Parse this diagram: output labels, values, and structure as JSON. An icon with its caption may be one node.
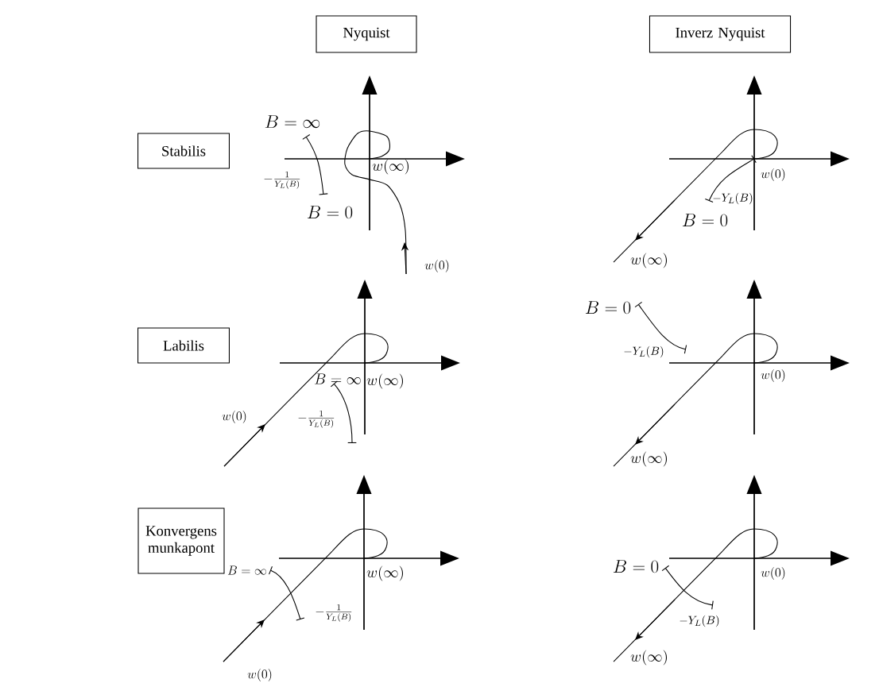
{
  "diagram": {
    "nodes": [
      {
        "text": [
          "Nyquist"
        ]
      },
      {
        "text": [
          "Inverz Nyquist"
        ]
      },
      {
        "text": [
          "Stabilis"
        ]
      },
      {
        "text": [
          "Labilis"
        ]
      },
      {
        "text": [
          "Konvergens munkapont"
        ]
      }
    ],
    "labels": [
      "B=\\infty",
      "-\\frac{1}{Y_L(B)}",
      "B=0",
      "w(\\infty)",
      "w(0)",
      "w(0)",
      "-Y_L(B)",
      "B=0",
      "w(\\infty)",
      "B=\\infty",
      "w(\\infty)",
      "w(0)",
      "-\\frac{1}{Y_L(B)}",
      "B=0",
      "-Y_L(B)",
      "w(0)",
      "w(\\infty)",
      "B=\\infty",
      "w(\\infty)",
      "-\\frac{1}{Y_L(B)}",
      "w(0)",
      "B=0",
      "w(0)",
      "-Y_L(B)",
      "w(\\infty)"
    ]
  }
}
